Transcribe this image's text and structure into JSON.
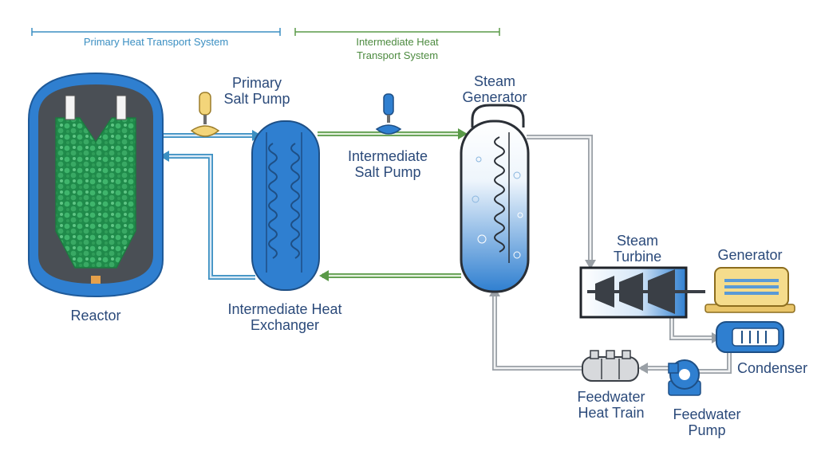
{
  "systems": {
    "primary": "Primary Heat Transport System",
    "intermediate": "Intermediate Heat\nTransport System"
  },
  "labels": {
    "reactor": "Reactor",
    "primary_salt_pump": "Primary\nSalt Pump",
    "ihx": "Intermediate Heat\nExchanger",
    "intermediate_salt_pump": "Intermediate\nSalt Pump",
    "steam_generator": "Steam\nGenerator",
    "steam_turbine": "Steam\nTurbine",
    "generator": "Generator",
    "condenser": "Condenser",
    "feedwater_heat_train": "Feedwater\nHeat Train",
    "feedwater_pump": "Feedwater\nPump"
  },
  "colors": {
    "label_text": "#2b4a7a",
    "primary_loop": "#3b8fc2",
    "intermediate_loop": "#5a9a48",
    "water_steam_loop": "#9aa0a6",
    "vessel_blue": "#2f7fd0",
    "pebble_green": "#2fa35e",
    "pump_yellow": "#f3d57a"
  }
}
